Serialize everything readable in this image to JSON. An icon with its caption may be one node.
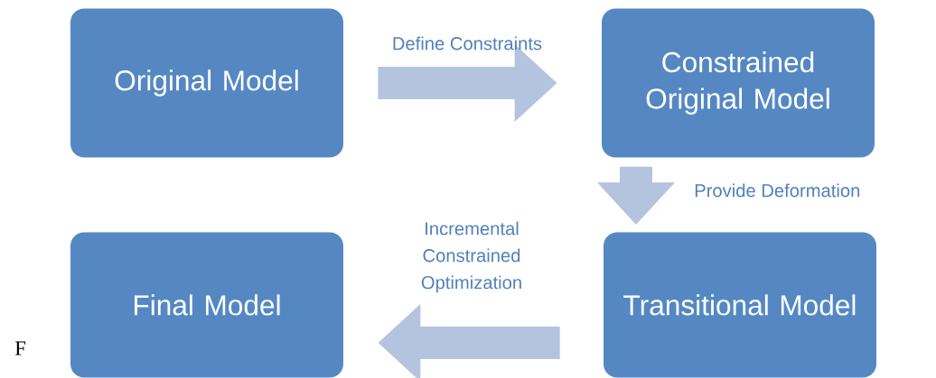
{
  "diagram": {
    "nodes": [
      {
        "text": [
          "Original Model"
        ]
      },
      {
        "text": [
          "Constrained Original Model"
        ]
      },
      {
        "text": [
          "Transitional Model"
        ]
      },
      {
        "text": [
          "Final Model"
        ]
      }
    ],
    "edges": [
      {
        "from": 0,
        "to": 1,
        "arrow": "to",
        "label": "Define Constraints"
      },
      {
        "from": 1,
        "to": 2,
        "arrow": "to",
        "label": "Provide Deformation"
      },
      {
        "from": 2,
        "to": 3,
        "arrow": "to",
        "label": "Incremental Constrained Optimization"
      }
    ],
    "labels": [
      "F"
    ]
  }
}
